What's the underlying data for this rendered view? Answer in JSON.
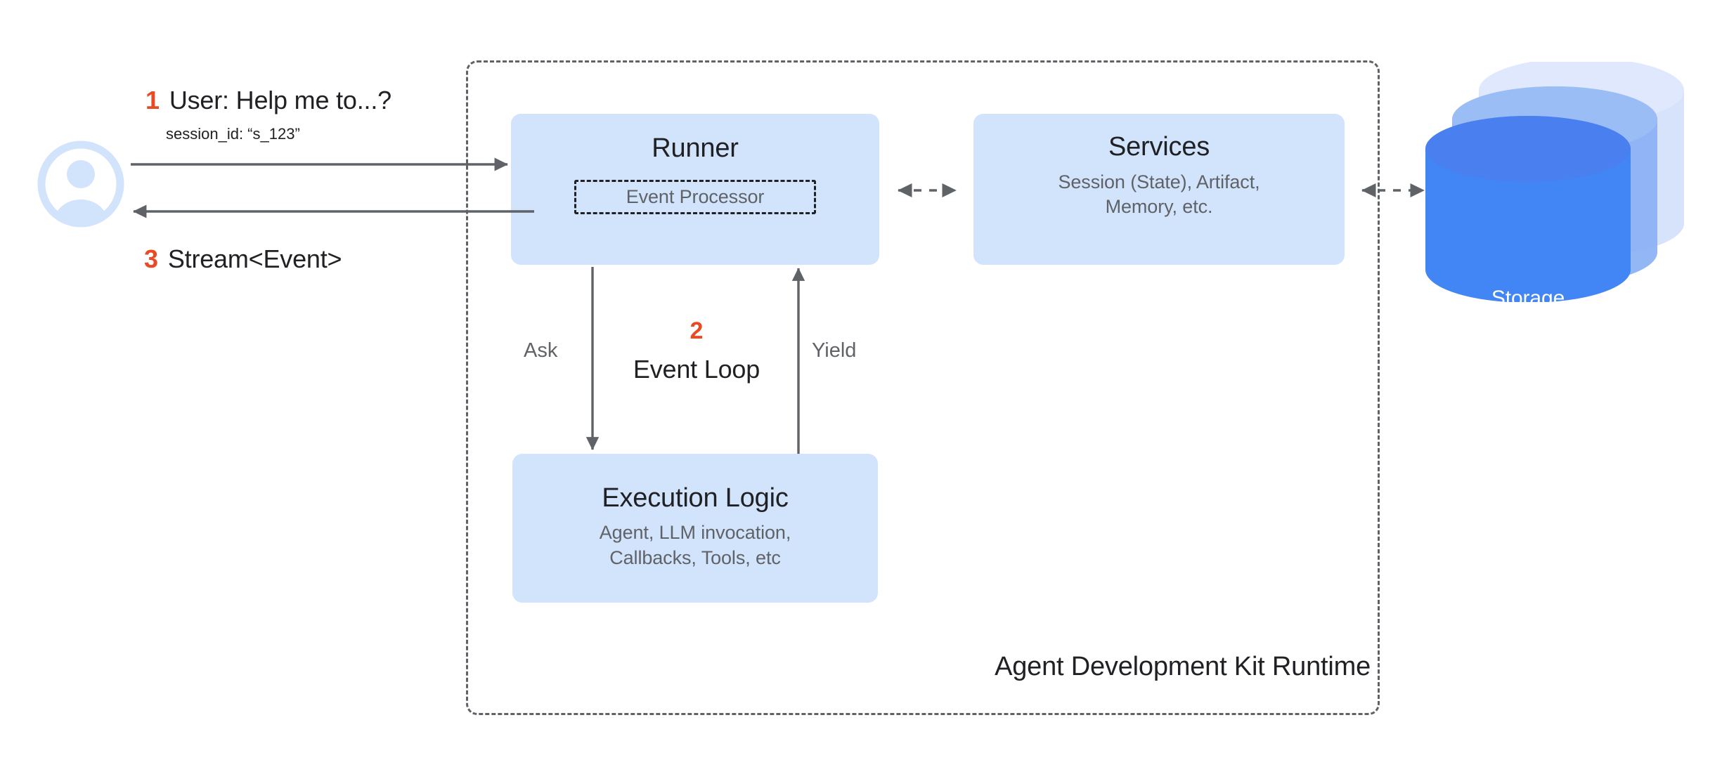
{
  "diagram": {
    "title": "Agent Development Kit Runtime",
    "colors": {
      "node_fill": "#d2e3fc",
      "accent_orange": "#e84b24",
      "storage_front": "#4285f4",
      "storage_mid": "#8ab0f4",
      "storage_back": "#d7e3fb",
      "line": "#5f6368",
      "text_primary": "#202124",
      "text_secondary": "#5f6368",
      "avatar": "#d2e3fc"
    },
    "actor": {
      "icon_name": "user-avatar-icon"
    },
    "messages": {
      "step1_num": "1",
      "step1_text": "User: Help me to...?",
      "step1_detail": "session_id: “s_123”",
      "step3_num": "3",
      "step3_text": "Stream<Event>"
    },
    "runner": {
      "title": "Runner",
      "inner_label": "Event Processor"
    },
    "services": {
      "title": "Services",
      "subtitle": "Session (State), Artifact,\nMemory, etc."
    },
    "execution": {
      "title": "Execution Logic",
      "subtitle": "Agent, LLM invocation,\nCallbacks, Tools, etc"
    },
    "storage": {
      "label": "Storage"
    },
    "loop": {
      "ask_label": "Ask",
      "yield_label": "Yield",
      "step2_num": "2",
      "step2_text": "Event Loop"
    }
  }
}
